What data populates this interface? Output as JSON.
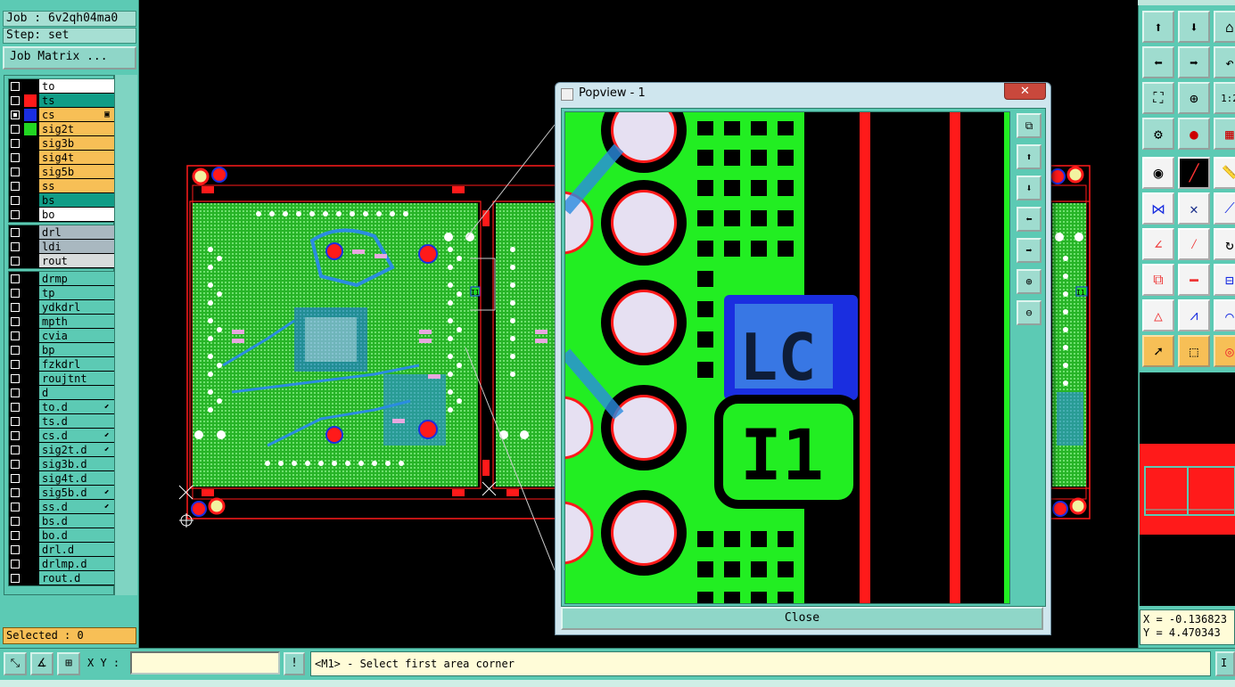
{
  "job": {
    "job_label": "Job : 6v2qh04ma0",
    "step_label": "Step: set",
    "matrix_button": "Job Matrix ..."
  },
  "colors": {
    "panel": "#5ccab4",
    "board_green": "#2fd02f",
    "copper_red": "#ff1a1a",
    "pad_fill": "#e6e0f2",
    "trace_blue": "#2b8ce0",
    "highlight_orange": "#f7bf56"
  },
  "layers_top": [
    {
      "name": "to",
      "color": "#ffffff",
      "swatch": "#000000",
      "checked": false
    },
    {
      "name": "ts",
      "color": "#109c86",
      "swatch": "#ff1a1a",
      "checked": false
    },
    {
      "name": "cs",
      "color": "#f7bf56",
      "swatch": "#1a2ee0",
      "checked": true,
      "flag": "▣"
    },
    {
      "name": "sig2t",
      "color": "#f7bf56",
      "swatch": "#22d622",
      "checked": false
    },
    {
      "name": "sig3b",
      "color": "#f7bf56",
      "swatch": "#000000",
      "checked": false
    },
    {
      "name": "sig4t",
      "color": "#f7bf56",
      "swatch": "#000000",
      "checked": false
    },
    {
      "name": "sig5b",
      "color": "#f7bf56",
      "swatch": "#000000",
      "checked": false
    },
    {
      "name": "ss",
      "color": "#f7bf56",
      "swatch": "#000000",
      "checked": false
    },
    {
      "name": "bs",
      "color": "#109c86",
      "swatch": "#000000",
      "checked": false
    },
    {
      "name": "bo",
      "color": "#ffffff",
      "swatch": "#000000",
      "checked": false
    }
  ],
  "layers_drill": [
    {
      "name": "drl",
      "color": "#a9b8c0",
      "swatch": "#000000",
      "checked": false
    },
    {
      "name": "ldi",
      "color": "#a9b8c0",
      "swatch": "#000000",
      "checked": false
    },
    {
      "name": "rout",
      "color": "#d8dcdc",
      "swatch": "#000000",
      "checked": false
    }
  ],
  "layers_misc": [
    {
      "name": "drmp",
      "flag": ""
    },
    {
      "name": "tp",
      "flag": ""
    },
    {
      "name": "ydkdrl",
      "flag": ""
    },
    {
      "name": "mpth",
      "flag": ""
    },
    {
      "name": "cvia",
      "flag": ""
    },
    {
      "name": "bp",
      "flag": ""
    },
    {
      "name": "fzkdrl",
      "flag": ""
    },
    {
      "name": "roujtnt",
      "flag": ""
    },
    {
      "name": "d",
      "flag": ""
    },
    {
      "name": "to.d",
      "flag": "⬋"
    },
    {
      "name": "ts.d",
      "flag": ""
    },
    {
      "name": "cs.d",
      "flag": "⬋"
    },
    {
      "name": "sig2t.d",
      "flag": "⬋"
    },
    {
      "name": "sig3b.d",
      "flag": ""
    },
    {
      "name": "sig4t.d",
      "flag": ""
    },
    {
      "name": "sig5b.d",
      "flag": "⬋"
    },
    {
      "name": "ss.d",
      "flag": "⬋"
    },
    {
      "name": "bs.d",
      "flag": ""
    },
    {
      "name": "bo.d",
      "flag": ""
    },
    {
      "name": "drl.d",
      "flag": ""
    },
    {
      "name": "drlmp.d",
      "flag": ""
    },
    {
      "name": "rout.d",
      "flag": ""
    }
  ],
  "selected_label": "Selected : 0",
  "bottom": {
    "xy_label": "X Y :",
    "xy_value": "",
    "status": "<M1> - Select first area corner",
    "exclaim": "!",
    "right_btn": "I"
  },
  "coords": {
    "text": "X = -0.136823\nY = 4.470343"
  },
  "popview": {
    "title": "Popview - 1",
    "close_x": "✕",
    "close_button": "Close",
    "silk_text": "I1",
    "cs_text": "LC"
  },
  "board": {
    "ref_label": "I1",
    "ref_label_2": "I1",
    "corner_label": "1:2"
  }
}
